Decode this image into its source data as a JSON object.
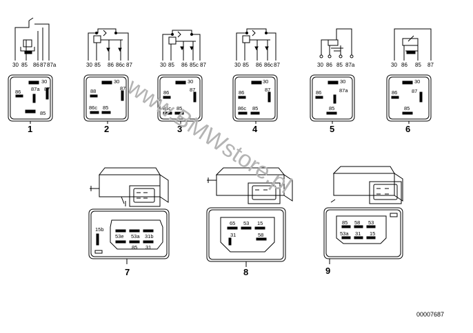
{
  "watermark": "www.BMWstore.pl",
  "code": "00007687",
  "relays": [
    {
      "number": "1",
      "schematic_pins": [
        "30",
        "85",
        "86",
        "87",
        "87a"
      ],
      "face_pins": [
        "30",
        "86",
        "87a",
        "87",
        "85"
      ]
    },
    {
      "number": "2",
      "schematic_pins": [
        "30",
        "85",
        "86",
        "86c",
        "87"
      ],
      "face_pins": [
        "30",
        "88",
        "87",
        "86c",
        "85"
      ]
    },
    {
      "number": "3",
      "schematic_pins": [
        "30",
        "85",
        "86",
        "85c",
        "87"
      ],
      "face_pins": [
        "30",
        "86",
        "87",
        "86c",
        "85"
      ]
    },
    {
      "number": "4",
      "schematic_pins": [
        "30",
        "85",
        "86",
        "86c",
        "87"
      ],
      "face_pins": [
        "30",
        "86",
        "87",
        "86c",
        "85"
      ]
    },
    {
      "number": "5",
      "schematic_pins": [
        "30",
        "86",
        "85",
        "87a"
      ],
      "face_pins": [
        "30",
        "86",
        "87a",
        "85"
      ]
    },
    {
      "number": "6",
      "schematic_pins": [
        "30",
        "86",
        "85",
        "87"
      ],
      "face_pins": [
        "30",
        "86",
        "87",
        "85"
      ]
    }
  ],
  "modules": [
    {
      "number": "7",
      "pins": [
        "15b",
        "53e",
        "53a",
        "31b",
        "85",
        "31"
      ]
    },
    {
      "number": "8",
      "pins": [
        "65",
        "53",
        "15",
        "31",
        "58"
      ]
    },
    {
      "number": "9",
      "pins": [
        "85",
        "58",
        "53",
        "53a",
        "31",
        "15"
      ]
    }
  ]
}
